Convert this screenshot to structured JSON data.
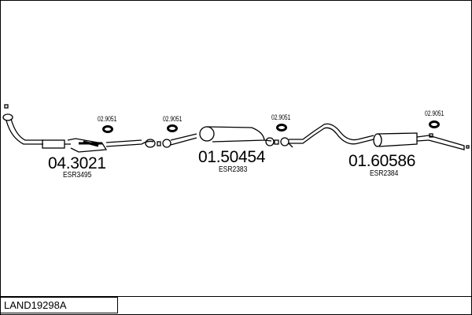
{
  "diagram_code": "LAND19298A",
  "parts": [
    {
      "number": "04.3021",
      "ref": "ESR3495"
    },
    {
      "number": "01.50454",
      "ref": "ESR2383"
    },
    {
      "number": "01.60586",
      "ref": "ESR2384"
    }
  ],
  "clamps": [
    "02.9051",
    "02.9051",
    "02.9051",
    "02.9051"
  ]
}
